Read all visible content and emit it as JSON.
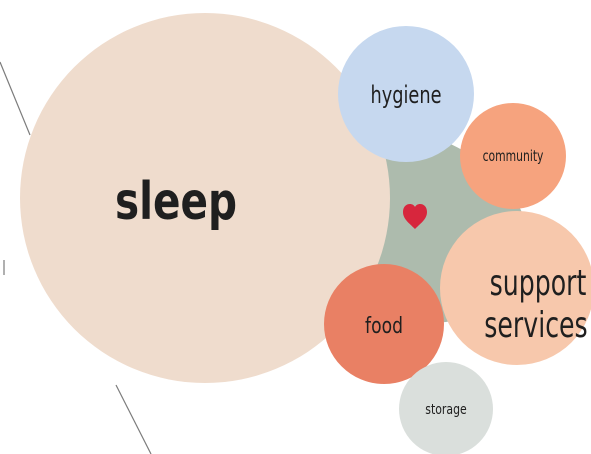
{
  "diagram": {
    "center_symbol": "heart-icon",
    "colors": {
      "background": "#ffffff",
      "hub": "#adbbad",
      "heart": "#d7263d",
      "sleep": "#efdccd",
      "hygiene": "#c6d8ef",
      "community": "#f6a37e",
      "support_services": "#f7c8ac",
      "food": "#e98064",
      "storage": "#dadfdc",
      "edge_line": "#7c7c7c"
    },
    "bubbles": {
      "sleep": {
        "label": "sleep"
      },
      "hygiene": {
        "label": "hygiene"
      },
      "community": {
        "label": "community"
      },
      "support_services": {
        "line1": "support",
        "line2": "services"
      },
      "food": {
        "label": "food"
      },
      "storage": {
        "label": "storage"
      }
    }
  }
}
